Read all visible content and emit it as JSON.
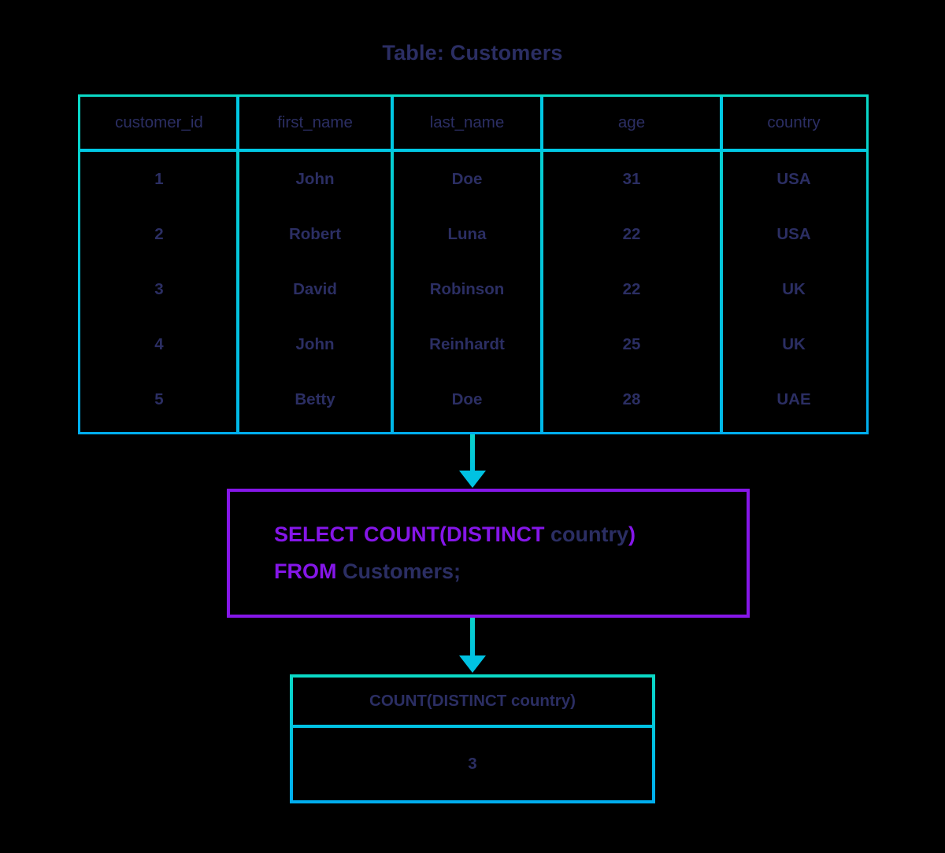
{
  "title": "Table: Customers",
  "source_table": {
    "columns": [
      "customer_id",
      "first_name",
      "last_name",
      "age",
      "country"
    ],
    "rows": [
      [
        "1",
        "John",
        "Doe",
        "31",
        "USA"
      ],
      [
        "2",
        "Robert",
        "Luna",
        "22",
        "USA"
      ],
      [
        "3",
        "David",
        "Robinson",
        "22",
        "UK"
      ],
      [
        "4",
        "John",
        "Reinhardt",
        "25",
        "UK"
      ],
      [
        "5",
        "Betty",
        "Doe",
        "28",
        "UAE"
      ]
    ]
  },
  "query": {
    "line1": {
      "keyword_a": "SELECT COUNT(DISTINCT ",
      "identifier": "country",
      "keyword_b": ")"
    },
    "line2": {
      "keyword": "FROM ",
      "identifier": "Customers;"
    }
  },
  "result_table": {
    "header": "COUNT(DISTINCT country)",
    "value": "3"
  },
  "arrows": [
    {
      "name": "table-to-query",
      "direction": "down"
    },
    {
      "name": "query-to-result",
      "direction": "down"
    }
  ],
  "colors": {
    "background": "#000000",
    "text_navy": "#2b2e63",
    "accent_cyan": "#00c6d9",
    "accent_cyan_top": "#0ad9c6",
    "accent_cyan_bottom": "#00aeef",
    "keyword_purple": "#8516e8"
  }
}
